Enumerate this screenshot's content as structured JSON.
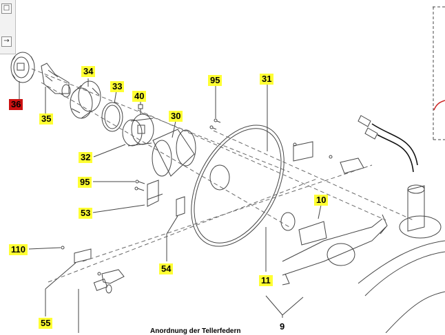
{
  "labels": {
    "p36": "36",
    "p35": "35",
    "p34": "34",
    "p33": "33",
    "p40": "40",
    "p30": "30",
    "p32": "32",
    "p95a": "95",
    "p31": "31",
    "p95b": "95",
    "p53": "53",
    "p54": "54",
    "p10": "10",
    "p110": "110",
    "p11": "11",
    "p55": "55",
    "p9": "9"
  },
  "caption": "Anordnung der Tellerfedern",
  "side_panel": {
    "btn1_glyph": "□",
    "btn2_glyph": "→"
  },
  "colors": {
    "label_bg": "#ffff33",
    "label_highlight_bg": "#cc1111",
    "line": "#444444"
  }
}
